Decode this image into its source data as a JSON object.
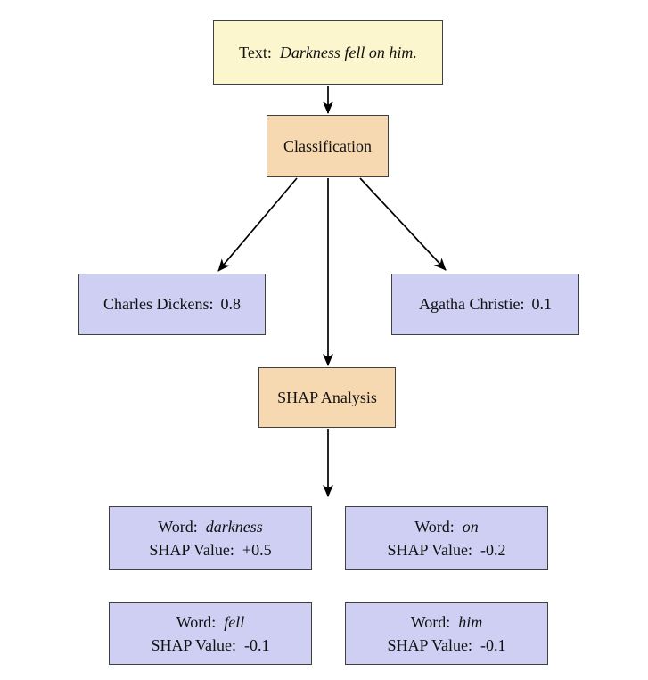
{
  "colors": {
    "background": "#FFFFFF",
    "input_fill": "#FBF6CE",
    "process_fill": "#F7D9B1",
    "output_fill": "#CFCEF3",
    "border": "#404040",
    "arrow": "#000000"
  },
  "nodes": {
    "input": {
      "prefix": "Text:",
      "sentence": "Darkness fell on him."
    },
    "classification": {
      "label": "Classification"
    },
    "dickens": {
      "label": "Charles Dickens:",
      "value": "0.8"
    },
    "christie": {
      "label": "Agatha Christie:",
      "value": "0.1"
    },
    "shap": {
      "label": "SHAP Analysis"
    },
    "words": [
      {
        "prefix": "Word:",
        "word": "darkness",
        "value_label": "SHAP Value:",
        "value": "+0.5"
      },
      {
        "prefix": "Word:",
        "word": "on",
        "value_label": "SHAP Value:",
        "value": "-0.2"
      },
      {
        "prefix": "Word:",
        "word": "fell",
        "value_label": "SHAP Value:",
        "value": "-0.1"
      },
      {
        "prefix": "Word:",
        "word": "him",
        "value_label": "SHAP Value:",
        "value": "-0.1"
      }
    ]
  }
}
